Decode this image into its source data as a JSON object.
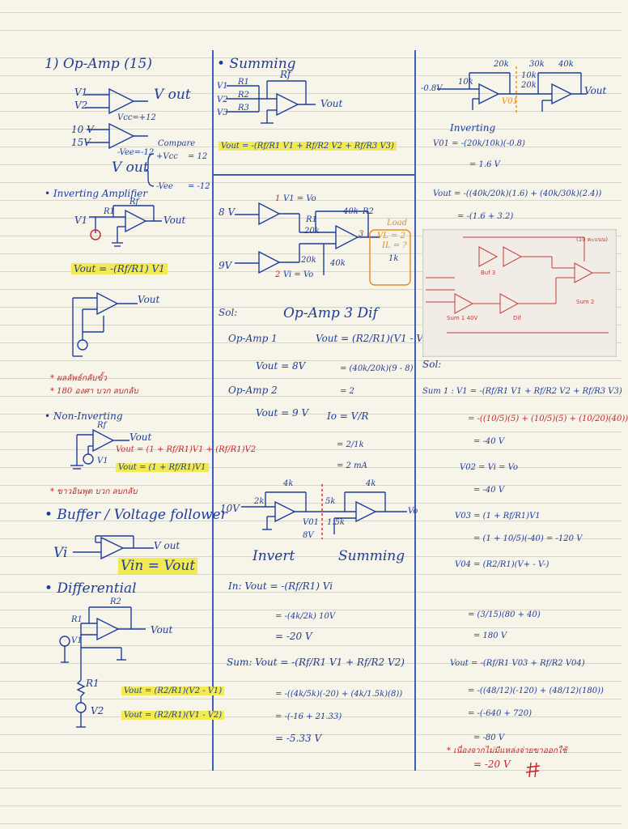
{
  "left_column": {
    "title": "1) Op-Amp (15)",
    "opamp_symbol": {
      "in1": "V1",
      "in2": "V2",
      "out": "V out"
    },
    "comparator": {
      "vcc": "Vcc=+12",
      "in1": "10 V",
      "in2": "15V",
      "vee": "-Vee=-12",
      "compare": "Compare",
      "plus_vcc": "+Vcc",
      "vout": "V out",
      "eq1": "= 12",
      "minus_vee": "-Vee",
      "eq2": "= -12"
    },
    "inverting": {
      "heading": "• Inverting Amplifier",
      "vin": "V1",
      "r1": "R1",
      "rf": "Rf",
      "vout": "Vout",
      "formula": "Vout = -(Rf/R1) V1"
    },
    "notes": {
      "line1": "* ผลลัพธ์กลับขั้ว",
      "line2": "* 180 องศา บวก ลบกลับ"
    },
    "noninverting": {
      "heading": "• Non-Inverting",
      "rf": "Rf",
      "vout": "Vout",
      "v1": "V1",
      "formula1": "Vout = (1 + Rf/R1)V1 + (Rf/R1)V2",
      "formula2": "Vout = (1 + Rf/R1)V1",
      "note": "* ขาวอินพุต บวก ลบกลับ"
    },
    "buffer": {
      "heading": "• Buffer / Voltage follower",
      "vin": "Vi",
      "vout": "V out",
      "formula": "Vin = Vout"
    },
    "differential": {
      "heading": "• Differential",
      "r1": "R1",
      "r2": "R2",
      "v1": "V1",
      "v2": "V2",
      "vout": "Vout",
      "formula1": "Vout = (R2/R1)(V2 - V1)",
      "formula2": "Vout = (R2/R1)(V1 - V2)"
    }
  },
  "middle_column": {
    "summing": {
      "heading": "• Summing",
      "v1": "V1",
      "v2": "V2",
      "v3": "V3",
      "r1": "R1",
      "r2": "R2",
      "r3": "R3",
      "rf": "Rf",
      "vout": "Vout",
      "formula": "Vout = -(Rf/R1 V1 + Rf/R2 V2 + Rf/R3 V3)"
    },
    "dif_circuit": {
      "v8": "8 V",
      "v9": "9V",
      "v1eq": "V1 = Vo",
      "vieq": "Vi = Vo",
      "r1": "R1",
      "r2": "R2",
      "r20k_a": "20k",
      "r40k_a": "40k",
      "r20k_b": "20k",
      "r40k_b": "40k",
      "r1k": "1k",
      "load": "Load",
      "vl": "VL = 2",
      "il": "IL = ?",
      "n1": "1",
      "n2": "2",
      "n3": "3"
    },
    "solution": {
      "sol": "Sol:",
      "title": "Op-Amp 3 Dif",
      "opamp1": "Op-Amp 1",
      "vout8": "Vout = 8V",
      "dif_formula": "Vout = (R2/R1)(V1 - V2)",
      "dif_step": "= (40k/20k)(9 - 8)",
      "dif_result": "= 2",
      "opamp2": "Op-Amp 2",
      "vout9": "Vout = 9 V",
      "io": "Io = V/R",
      "io_step": "= 2/1k",
      "io_result": "= 2 mA"
    },
    "invert_sum": {
      "v10": "10V",
      "r2k": "2k",
      "r4k_a": "4k",
      "r4k_b": "4k",
      "r5k": "5k",
      "r15k": "1.5k",
      "v8": "8V",
      "v01": "V01",
      "vo": "Vo",
      "lbl_invert": "Invert",
      "lbl_summing": "Summing"
    },
    "invert_calc": {
      "in": "In: Vout = -(Rf/R1) Vi",
      "step": "= -(4k/2k) 10V",
      "result": "= -20 V"
    },
    "sum_calc": {
      "sum": "Sum: Vout = -(Rf/R1 V1 + Rf/R2 V2)",
      "step1": "= -((4k/5k)(-20) + (4k/1.5k)(8))",
      "step2": "= -(-16 + 21.33)",
      "result": "= -5.33 V"
    }
  },
  "right_column": {
    "top_circuit": {
      "vin": "-0.8V",
      "r10k_a": "10k",
      "r20k": "20k",
      "r30k": "30k",
      "r10k_b": "10k",
      "r40k": "40k",
      "r20k_b": "20k",
      "v01": "V01",
      "vout": "Vout"
    },
    "inverting": {
      "heading": "Inverting",
      "v01": "V01 = -(20k/10k)(-0.8)",
      "v01r": "= 1.6 V",
      "vout": "Vout = -((40k/20k)(1.6) + (40k/30k)(2.4))",
      "vout2": "= -(1.6 + 3.2)"
    },
    "photo": {
      "caption": "(10 คะแนน)",
      "lbl_buf": "Buf 3",
      "lbl_sum1": "Sum 1 40V",
      "lbl_dif": "Dif",
      "lbl_sum2": "Sum 2"
    },
    "solution": {
      "sol": "Sol:",
      "sum1": "Sum 1 : V1 = -(Rf/R1 V1 + Rf/R2 V2 + Rf/R3 V3)",
      "sum1_step": "= -((10/5)(5) + (10/5)(5) + (10/20)(40))",
      "sum1_result": "= -40 V",
      "v02": "V02 = Vi = Vo",
      "v02r": "= -40 V",
      "v03": "V03 = (1 + Rf/R1)V1",
      "v03r": "= (1 + 10/5)(-40) = -120 V",
      "v04": "V04 = (R2/R1)(V+ - V-)",
      "v04s": "= (3/15)(80 + 40)",
      "v04r": "= 180 V",
      "vout": "Vout = -(Rf/R1 V03 + Rf/R2 V04)",
      "vout_step": "= -((48/12)(-120) + (48/12)(180))",
      "vout_step2": "= -(-640 + 720)",
      "vout_r": "= -80 V",
      "note": "* เนื่องจากไม่มีแหล่งจ่ายขาออกใช้",
      "final": "= -20 V"
    }
  }
}
